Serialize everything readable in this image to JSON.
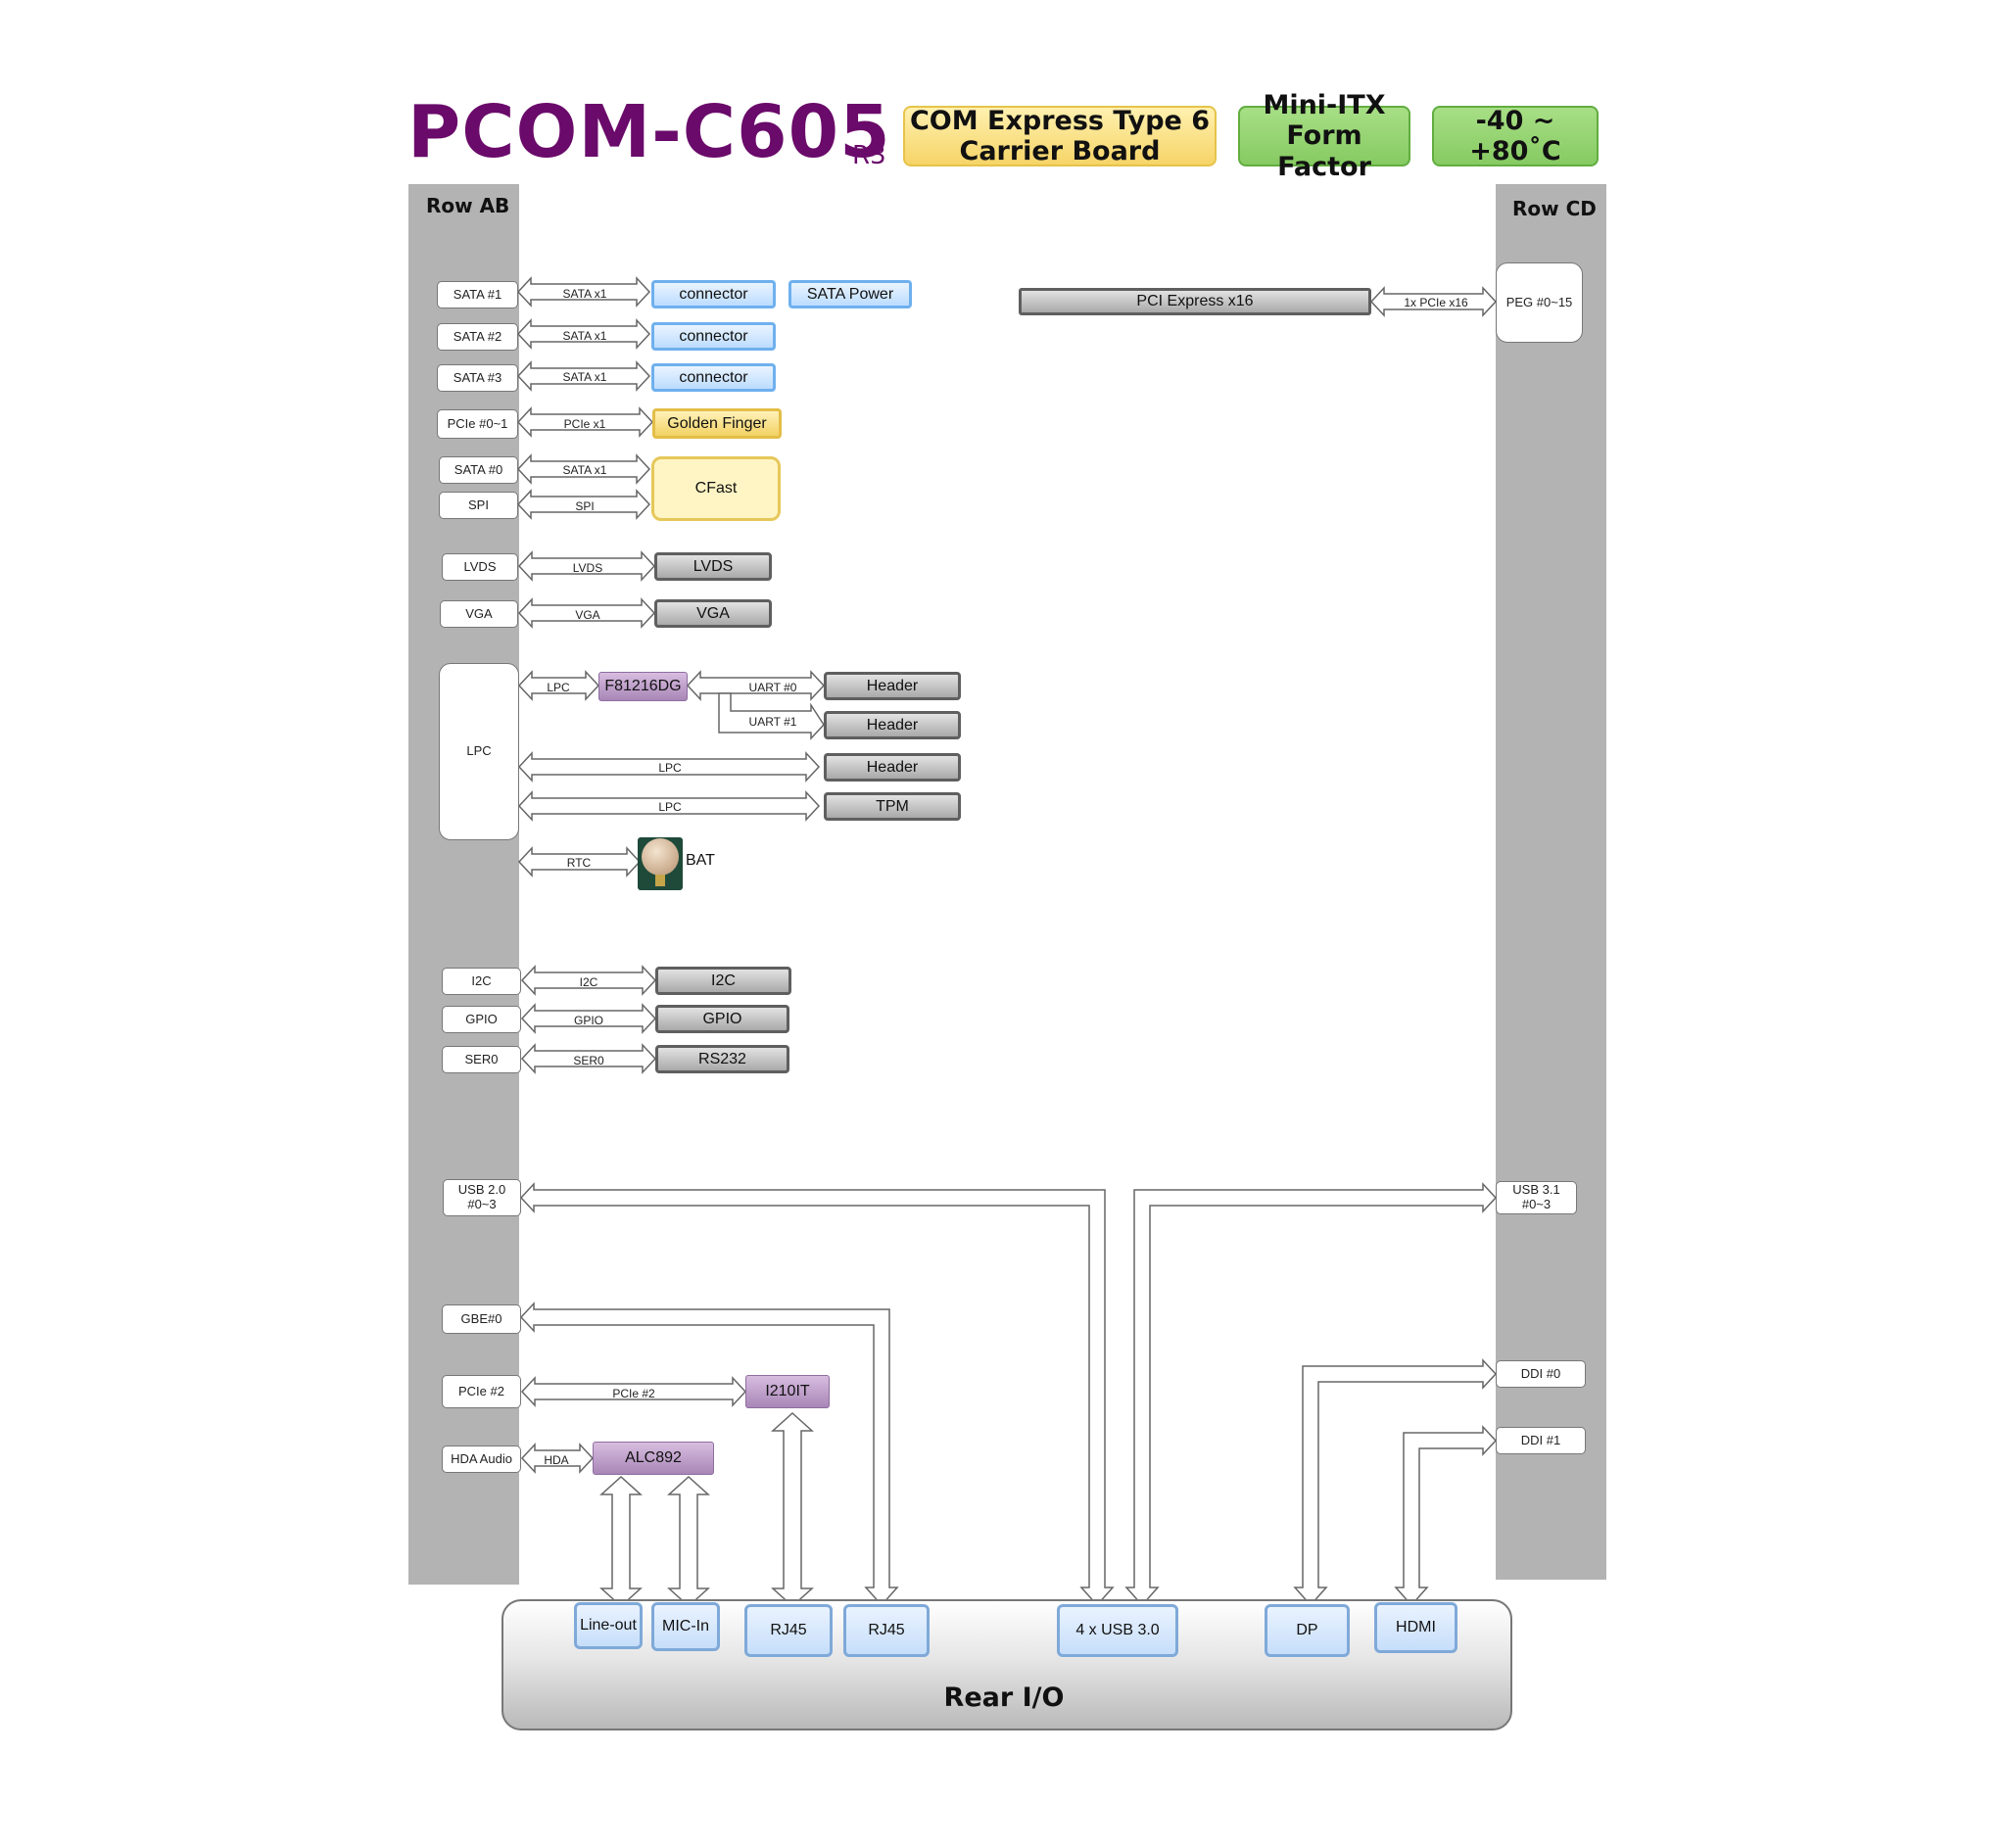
{
  "header": {
    "title": "PCOM-C605",
    "revision": "R3",
    "tags": [
      {
        "line1": "COM Express Type 6",
        "line2": "Carrier Board",
        "color": "#f6d467"
      },
      {
        "line1": "Mini-ITX",
        "line2": "Form Factor",
        "color": "#86ca62"
      },
      {
        "line1": "-40 ~ +80˚C",
        "line2": "",
        "color": "#86ca62"
      }
    ]
  },
  "rows": {
    "left": "Row AB",
    "right": "Row CD",
    "color": "#b3b3b3"
  },
  "pins": {
    "sata1": "SATA #1",
    "sata2": "SATA #2",
    "sata3": "SATA #3",
    "pcie01": "PCIe #0~1",
    "sata0": "SATA #0",
    "spi": "SPI",
    "lvds": "LVDS",
    "vga": "VGA",
    "lpc": "LPC",
    "i2c": "I2C",
    "gpio": "GPIO",
    "ser0": "SER0",
    "usb20_a": "USB 2.0",
    "usb20_b": "#0~3",
    "gbe0": "GBE#0",
    "pcie2": "PCIe #2",
    "hda": "HDA Audio",
    "peg": "PEG #0~15",
    "usb31_a": "USB 3.1",
    "usb31_b": "#0~3",
    "ddi0": "DDI #0",
    "ddi1": "DDI #1"
  },
  "links": {
    "sata1": "SATA x1",
    "sata2": "SATA x1",
    "sata3": "SATA x1",
    "pcie01": "PCIe x1",
    "sata0": "SATA x1",
    "spi": "SPI",
    "lvds": "LVDS",
    "vga": "VGA",
    "lpc_sio": "LPC",
    "uart0": "UART #0",
    "uart1": "UART #1",
    "lpc_header": "LPC",
    "lpc_tpm": "LPC",
    "rtc": "RTC",
    "i2c": "I2C",
    "gpio": "GPIO",
    "ser0": "SER0",
    "pcie2": "PCIe #2",
    "hda": "HDA",
    "peg": "1x PCIe x16"
  },
  "devices": {
    "conn1": "connector",
    "conn2": "connector",
    "conn3": "connector",
    "sata_power": "SATA  Power",
    "golden_finger": "Golden Finger",
    "cfast": "CFast",
    "lvds": "LVDS",
    "vga": "VGA",
    "superio": "F81216DG",
    "header1": "Header",
    "header2": "Header",
    "header3": "Header",
    "tpm": "TPM",
    "bat": "BAT",
    "i2c": "I2C",
    "gpio": "GPIO",
    "rs232": "RS232",
    "i210": "I210IT",
    "alc892": "ALC892",
    "pcie_x16": "PCI Express x16"
  },
  "rear_io": {
    "title": "Rear I/O",
    "ports": {
      "lineout": "Line-out",
      "micin": "MIC-In",
      "rj45_a": "RJ45",
      "rj45_b": "RJ45",
      "usb30": "4 x USB 3.0",
      "dp": "DP",
      "hdmi": "HDMI"
    }
  },
  "colors": {
    "title": "#6a0a6a",
    "connector": "#bcdcff",
    "golden": "#f3d264",
    "header": "#a9a9a9",
    "chip": "#a886b6",
    "port": "#c6defa"
  }
}
